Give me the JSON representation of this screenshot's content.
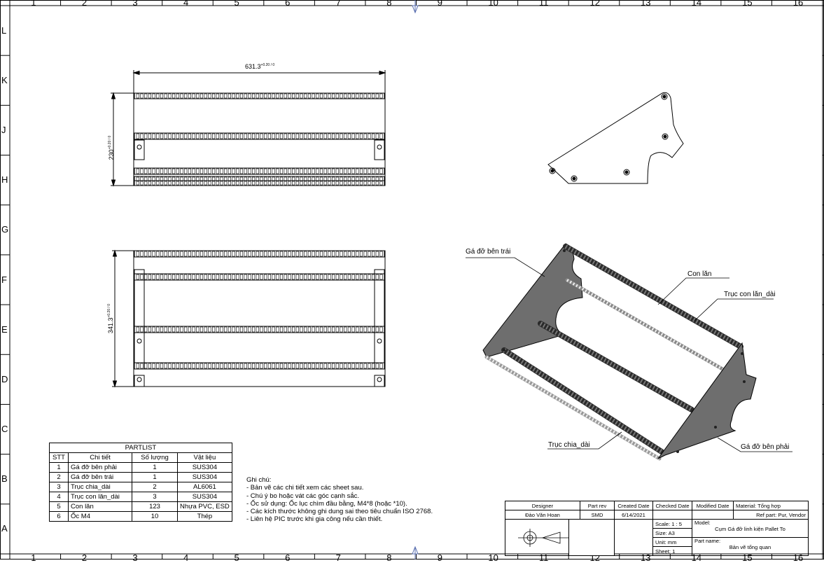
{
  "sheet": {
    "zone_numbers": [
      "1",
      "2",
      "3",
      "4",
      "5",
      "6",
      "7",
      "8",
      "9",
      "10",
      "11",
      "12",
      "13",
      "14",
      "15",
      "16"
    ],
    "zone_letters": [
      "L",
      "K",
      "J",
      "H",
      "G",
      "F",
      "E",
      "D",
      "C",
      "B",
      "A"
    ]
  },
  "views": {
    "top": {
      "width_dim": "631.3",
      "width_tol": "+0.20 / 0",
      "height_dim": "230",
      "height_tol": "+0.20 / 0"
    },
    "front": {
      "height_dim": "341.3",
      "height_tol": "+0.20 / 0"
    }
  },
  "iso_callouts": {
    "ga_do_ben_trai": "Gá đỡ bên trái",
    "con_lan": "Con lăn",
    "truc_con_lan_dai": "Trục con lăn_dài",
    "truc_chia_dai": "Trục chia_dài",
    "ga_do_ben_phai": "Gá đỡ bên phải"
  },
  "partlist": {
    "title": "PARTLIST",
    "headers": [
      "STT",
      "Chi tiết",
      "Số lượng",
      "Vật liệu"
    ],
    "rows": [
      [
        "1",
        "Gá đỡ bên phải",
        "1",
        "SUS304"
      ],
      [
        "2",
        "Gá đỡ bên trái",
        "1",
        "SUS304"
      ],
      [
        "3",
        "Trục chia_dài",
        "2",
        "AL6061"
      ],
      [
        "4",
        "Trục con lăn_dài",
        "3",
        "SUS304"
      ],
      [
        "5",
        "Con lăn",
        "123",
        "Nhựa PVC, ESD"
      ],
      [
        "6",
        "Ốc M4",
        "10",
        "Thép"
      ]
    ]
  },
  "notes": {
    "title": "Ghi chú:",
    "lines": [
      "- Bản vẽ các chi tiết xem các sheet sau.",
      "- Chú ý bo hoặc vát các góc cạnh sắc.",
      "- Ốc sử dụng: Ốc lục chìm đầu bằng, M4*8 (hoặc *10).",
      "- Các kích thước không ghi dung sai theo tiêu chuẩn ISO 2768.",
      "- Liên hệ PIC trước khi gia công nếu cần thiết."
    ]
  },
  "title_block": {
    "designer_label": "Designer",
    "designer": "Đào Văn Hoan",
    "part_rev_label": "Part rev",
    "part_rev": "SMD",
    "created_label": "Created Date",
    "created": "6/14/2021",
    "checked_label": "Checked Date",
    "modified_label": "Modified Date",
    "material_label": "Material:",
    "material": "Tổng hợp",
    "ref_part_label": "Ref part:",
    "ref_part": "Pur, Vendor",
    "scale_label": "Scale:",
    "scale": "1 : 5",
    "size_label": "Size:",
    "size": "A3",
    "unit_label": "Unit:",
    "unit": "mm",
    "sheet_label": "Sheet:",
    "sheet": "1",
    "model_label": "Model:",
    "model": "Cụm Gá đỡ linh kiện Pallet To",
    "part_name_label": "Part name:",
    "part_name": "Bản vẽ tổng quan"
  }
}
